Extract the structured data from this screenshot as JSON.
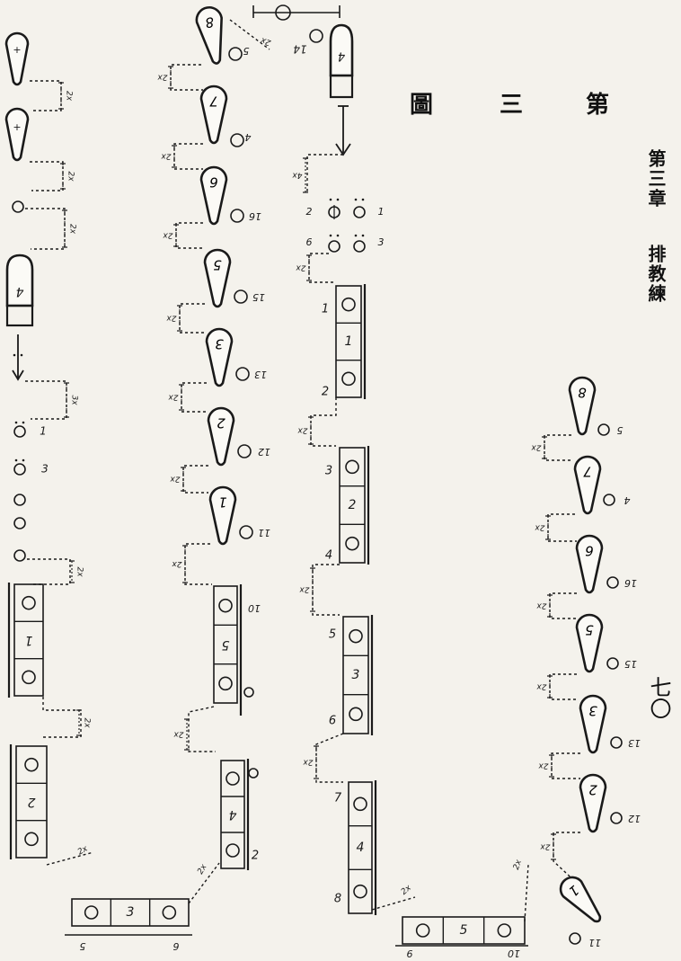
{
  "figure": {
    "title_chars": [
      "第",
      "三",
      "圖"
    ],
    "chapter": "第三章",
    "section": "排教練",
    "page_number": "七〇"
  },
  "labels": {
    "interval_2x": "2x",
    "interval_3x": "3x",
    "interval_4x": "4x",
    "num_1": "1",
    "num_2": "2",
    "num_3": "3",
    "num_4": "4",
    "num_5": "5",
    "num_6": "6",
    "num_7": "7",
    "num_8": "8",
    "num_9": "9",
    "num_10": "10",
    "num_11": "11",
    "num_12": "12",
    "num_13": "13",
    "num_14": "14",
    "num_15": "15",
    "num_16": "16"
  }
}
